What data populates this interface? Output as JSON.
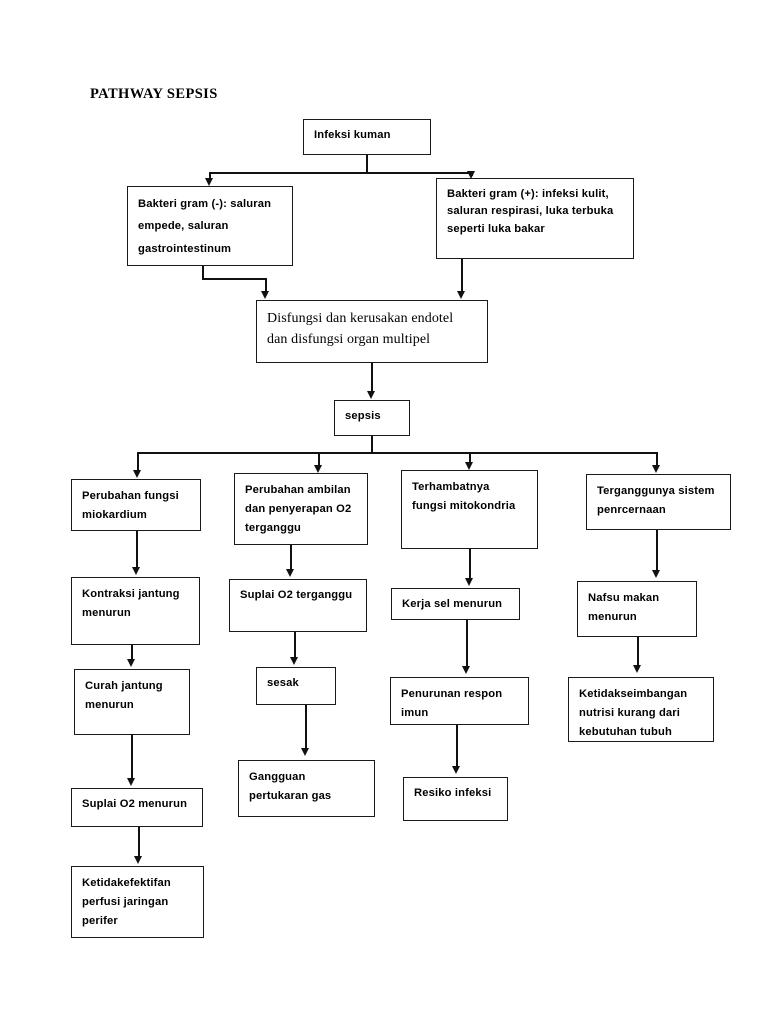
{
  "title": "PATHWAY SEPSIS",
  "diagram": {
    "type": "flowchart",
    "nodes": [
      {
        "id": "infeksi-kuman",
        "label": "Infeksi kuman"
      },
      {
        "id": "bakteri-gram-negatif",
        "label": "Bakteri gram (-): saluran\nempede, saluran\ngastrointestinum"
      },
      {
        "id": "bakteri-gram-positif",
        "label": "Bakteri gram (+): infeksi kulit,\nsaluran respirasi, luka terbuka\nseperti luka bakar"
      },
      {
        "id": "disfungsi-endotel",
        "label": "Disfungsi dan kerusakan endotel\ndan disfungsi organ multipel"
      },
      {
        "id": "sepsis",
        "label": "sepsis"
      },
      {
        "id": "perubahan-fungsi-miokardium",
        "label": "Perubahan fungsi\nmiokardium"
      },
      {
        "id": "perubahan-ambilan-o2",
        "label": "Perubahan ambilan\ndan penyerapan O2\nterganggu"
      },
      {
        "id": "terhambatnya-fungsi-mitokondria",
        "label": "Terhambatnya\nfungsi mitokondria"
      },
      {
        "id": "terganggunya-sistem-pencernaan",
        "label": "Terganggunya sistem\npenrcernaan"
      },
      {
        "id": "kontraksi-jantung-menurun",
        "label": "Kontraksi jantung\nmenurun"
      },
      {
        "id": "suplai-o2-terganggu",
        "label": "Suplai O2 terganggu"
      },
      {
        "id": "kerja-sel-menurun",
        "label": "Kerja sel menurun"
      },
      {
        "id": "nafsu-makan-menurun",
        "label": "Nafsu makan\nmenurun"
      },
      {
        "id": "curah-jantung-menurun",
        "label": "Curah jantung\nmenurun"
      },
      {
        "id": "sesak",
        "label": "sesak"
      },
      {
        "id": "penurunan-respon-imun",
        "label": "Penurunan respon\nimun"
      },
      {
        "id": "ketidakseimbangan-nutrisi",
        "label": "Ketidakseimbangan\nnutrisi kurang dari\nkebutuhan tubuh"
      },
      {
        "id": "suplai-o2-menurun",
        "label": "Suplai O2 menurun"
      },
      {
        "id": "gangguan-pertukaran-gas",
        "label": "Gangguan\npertukaran gas"
      },
      {
        "id": "resiko-infeksi",
        "label": "Resiko infeksi"
      },
      {
        "id": "ketidakefektifan-perfusi",
        "label": "Ketidakefektifan\nperfusi jaringan\nperifer"
      }
    ],
    "edges": [
      {
        "from": "infeksi-kuman",
        "to": "bakteri-gram-negatif"
      },
      {
        "from": "infeksi-kuman",
        "to": "bakteri-gram-positif"
      },
      {
        "from": "bakteri-gram-negatif",
        "to": "disfungsi-endotel"
      },
      {
        "from": "bakteri-gram-positif",
        "to": "disfungsi-endotel"
      },
      {
        "from": "disfungsi-endotel",
        "to": "sepsis"
      },
      {
        "from": "sepsis",
        "to": "perubahan-fungsi-miokardium"
      },
      {
        "from": "sepsis",
        "to": "perubahan-ambilan-o2"
      },
      {
        "from": "sepsis",
        "to": "terhambatnya-fungsi-mitokondria"
      },
      {
        "from": "sepsis",
        "to": "terganggunya-sistem-pencernaan"
      },
      {
        "from": "perubahan-fungsi-miokardium",
        "to": "kontraksi-jantung-menurun"
      },
      {
        "from": "kontraksi-jantung-menurun",
        "to": "curah-jantung-menurun"
      },
      {
        "from": "curah-jantung-menurun",
        "to": "suplai-o2-menurun"
      },
      {
        "from": "suplai-o2-menurun",
        "to": "ketidakefektifan-perfusi"
      },
      {
        "from": "perubahan-ambilan-o2",
        "to": "suplai-o2-terganggu"
      },
      {
        "from": "suplai-o2-terganggu",
        "to": "sesak"
      },
      {
        "from": "sesak",
        "to": "gangguan-pertukaran-gas"
      },
      {
        "from": "terhambatnya-fungsi-mitokondria",
        "to": "kerja-sel-menurun"
      },
      {
        "from": "kerja-sel-menurun",
        "to": "penurunan-respon-imun"
      },
      {
        "from": "penurunan-respon-imun",
        "to": "resiko-infeksi"
      },
      {
        "from": "terganggunya-sistem-pencernaan",
        "to": "nafsu-makan-menurun"
      },
      {
        "from": "nafsu-makan-menurun",
        "to": "ketidakseimbangan-nutrisi"
      }
    ],
    "colors": {
      "stroke": "#111111",
      "fill": "#ffffff",
      "text": "#000000"
    }
  }
}
